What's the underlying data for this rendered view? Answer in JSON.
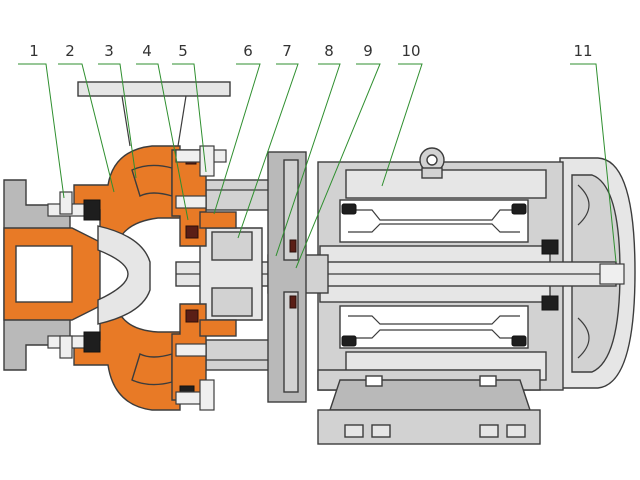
{
  "colors": {
    "pump_casing": "#e87a26",
    "metal": "#d2d2d2",
    "leader_line": "#2f8f2f",
    "seal_ring": "#5a1e16"
  },
  "callouts": [
    {
      "id": "1",
      "label": "1"
    },
    {
      "id": "2",
      "label": "2"
    },
    {
      "id": "3",
      "label": "3"
    },
    {
      "id": "4",
      "label": "4"
    },
    {
      "id": "5",
      "label": "5"
    },
    {
      "id": "6",
      "label": "6"
    },
    {
      "id": "7",
      "label": "7"
    },
    {
      "id": "8",
      "label": "8"
    },
    {
      "id": "9",
      "label": "9"
    },
    {
      "id": "10",
      "label": "10"
    },
    {
      "id": "11",
      "label": "11"
    }
  ]
}
